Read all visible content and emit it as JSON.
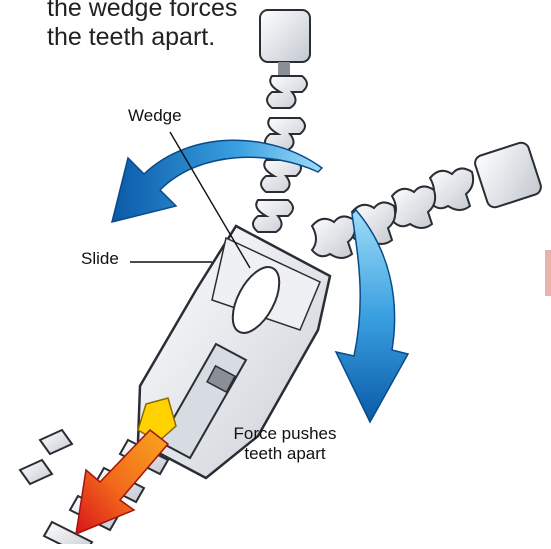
{
  "caption": {
    "line1": "the wedge forces",
    "line2": "the teeth apart."
  },
  "labels": {
    "wedge": "Wedge",
    "slide": "Slide",
    "force_line1": "Force pushes",
    "force_line2": "teeth apart"
  },
  "colors": {
    "arrow_blue_light": "#8fd3f4",
    "arrow_blue_dark": "#0a5aa8",
    "teeth_fill": "#e6e9ee",
    "teeth_stroke": "#2a2d33",
    "tape": "#8a8f96",
    "tab_yellow": "#ffd200",
    "arrow_red": "#e0201a",
    "arrow_orange": "#f7931e"
  }
}
